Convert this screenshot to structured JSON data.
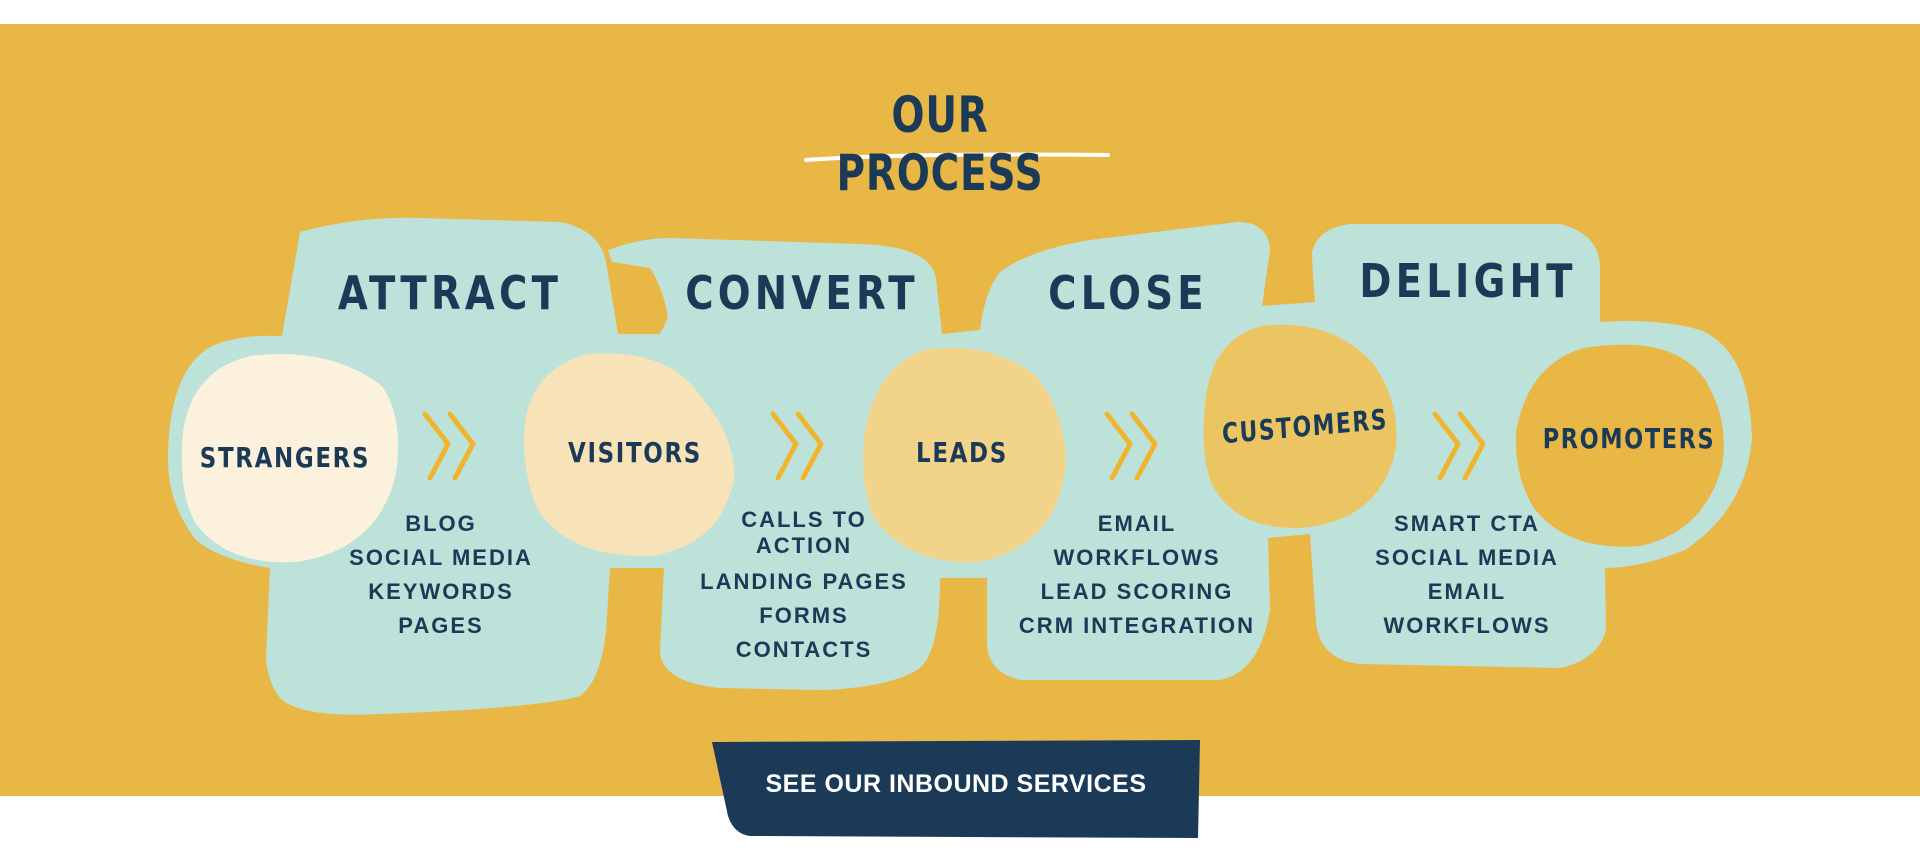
{
  "section": {
    "title": "OUR PROCESS"
  },
  "colors": {
    "band": "#e8b746",
    "panel": "#bde2d9",
    "navy": "#1a3a57",
    "strangers": "#fbf1dd",
    "visitors": "#f7e3b7",
    "leads": "#f1d48a",
    "customers": "#ecc563",
    "promoters": "#e8b746"
  },
  "stages": [
    {
      "heading": "ATTRACT",
      "tactics": [
        "BLOG",
        "SOCIAL MEDIA",
        "KEYWORDS",
        "PAGES"
      ]
    },
    {
      "heading": "CONVERT",
      "tactics": [
        "CALLS TO ACTION",
        "LANDING PAGES",
        "FORMS",
        "CONTACTS"
      ]
    },
    {
      "heading": "CLOSE",
      "tactics": [
        "EMAIL",
        "WORKFLOWS",
        "LEAD SCORING",
        "CRM INTEGRATION"
      ]
    },
    {
      "heading": "DELIGHT",
      "tactics": [
        "SMART CTA",
        "SOCIAL MEDIA",
        "EMAIL",
        "WORKFLOWS"
      ]
    }
  ],
  "audiences": [
    "STRANGERS",
    "VISITORS",
    "LEADS",
    "CUSTOMERS",
    "PROMOTERS"
  ],
  "icons": [
    "double-chevron-right-icon",
    "title-underline"
  ],
  "cta": {
    "label": "SEE OUR INBOUND SERVICES"
  }
}
